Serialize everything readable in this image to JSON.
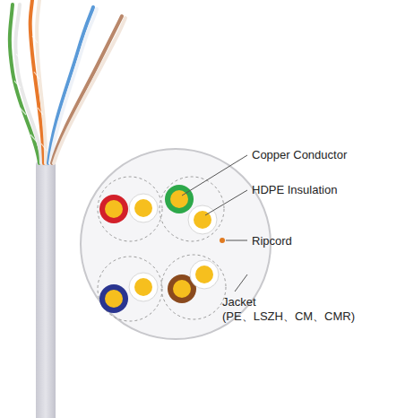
{
  "diagram": {
    "labels": [
      "Copper Conductor",
      "HDPE Insulation",
      "Ripcord",
      "Jacket",
      "(PE、LSZH、CM、CMR)"
    ]
  }
}
